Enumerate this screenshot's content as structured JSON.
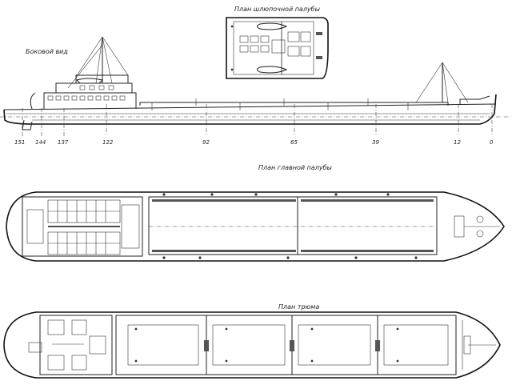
{
  "labels": {
    "side_view": "Боковой вид",
    "boat_deck_plan": "План шлюпочной палубы",
    "main_deck_plan": "План главной палубы",
    "hold_plan": "План трюма"
  },
  "frame_numbers": [
    "151",
    "144",
    "137",
    "122",
    "92",
    "65",
    "39",
    "12",
    "0"
  ]
}
